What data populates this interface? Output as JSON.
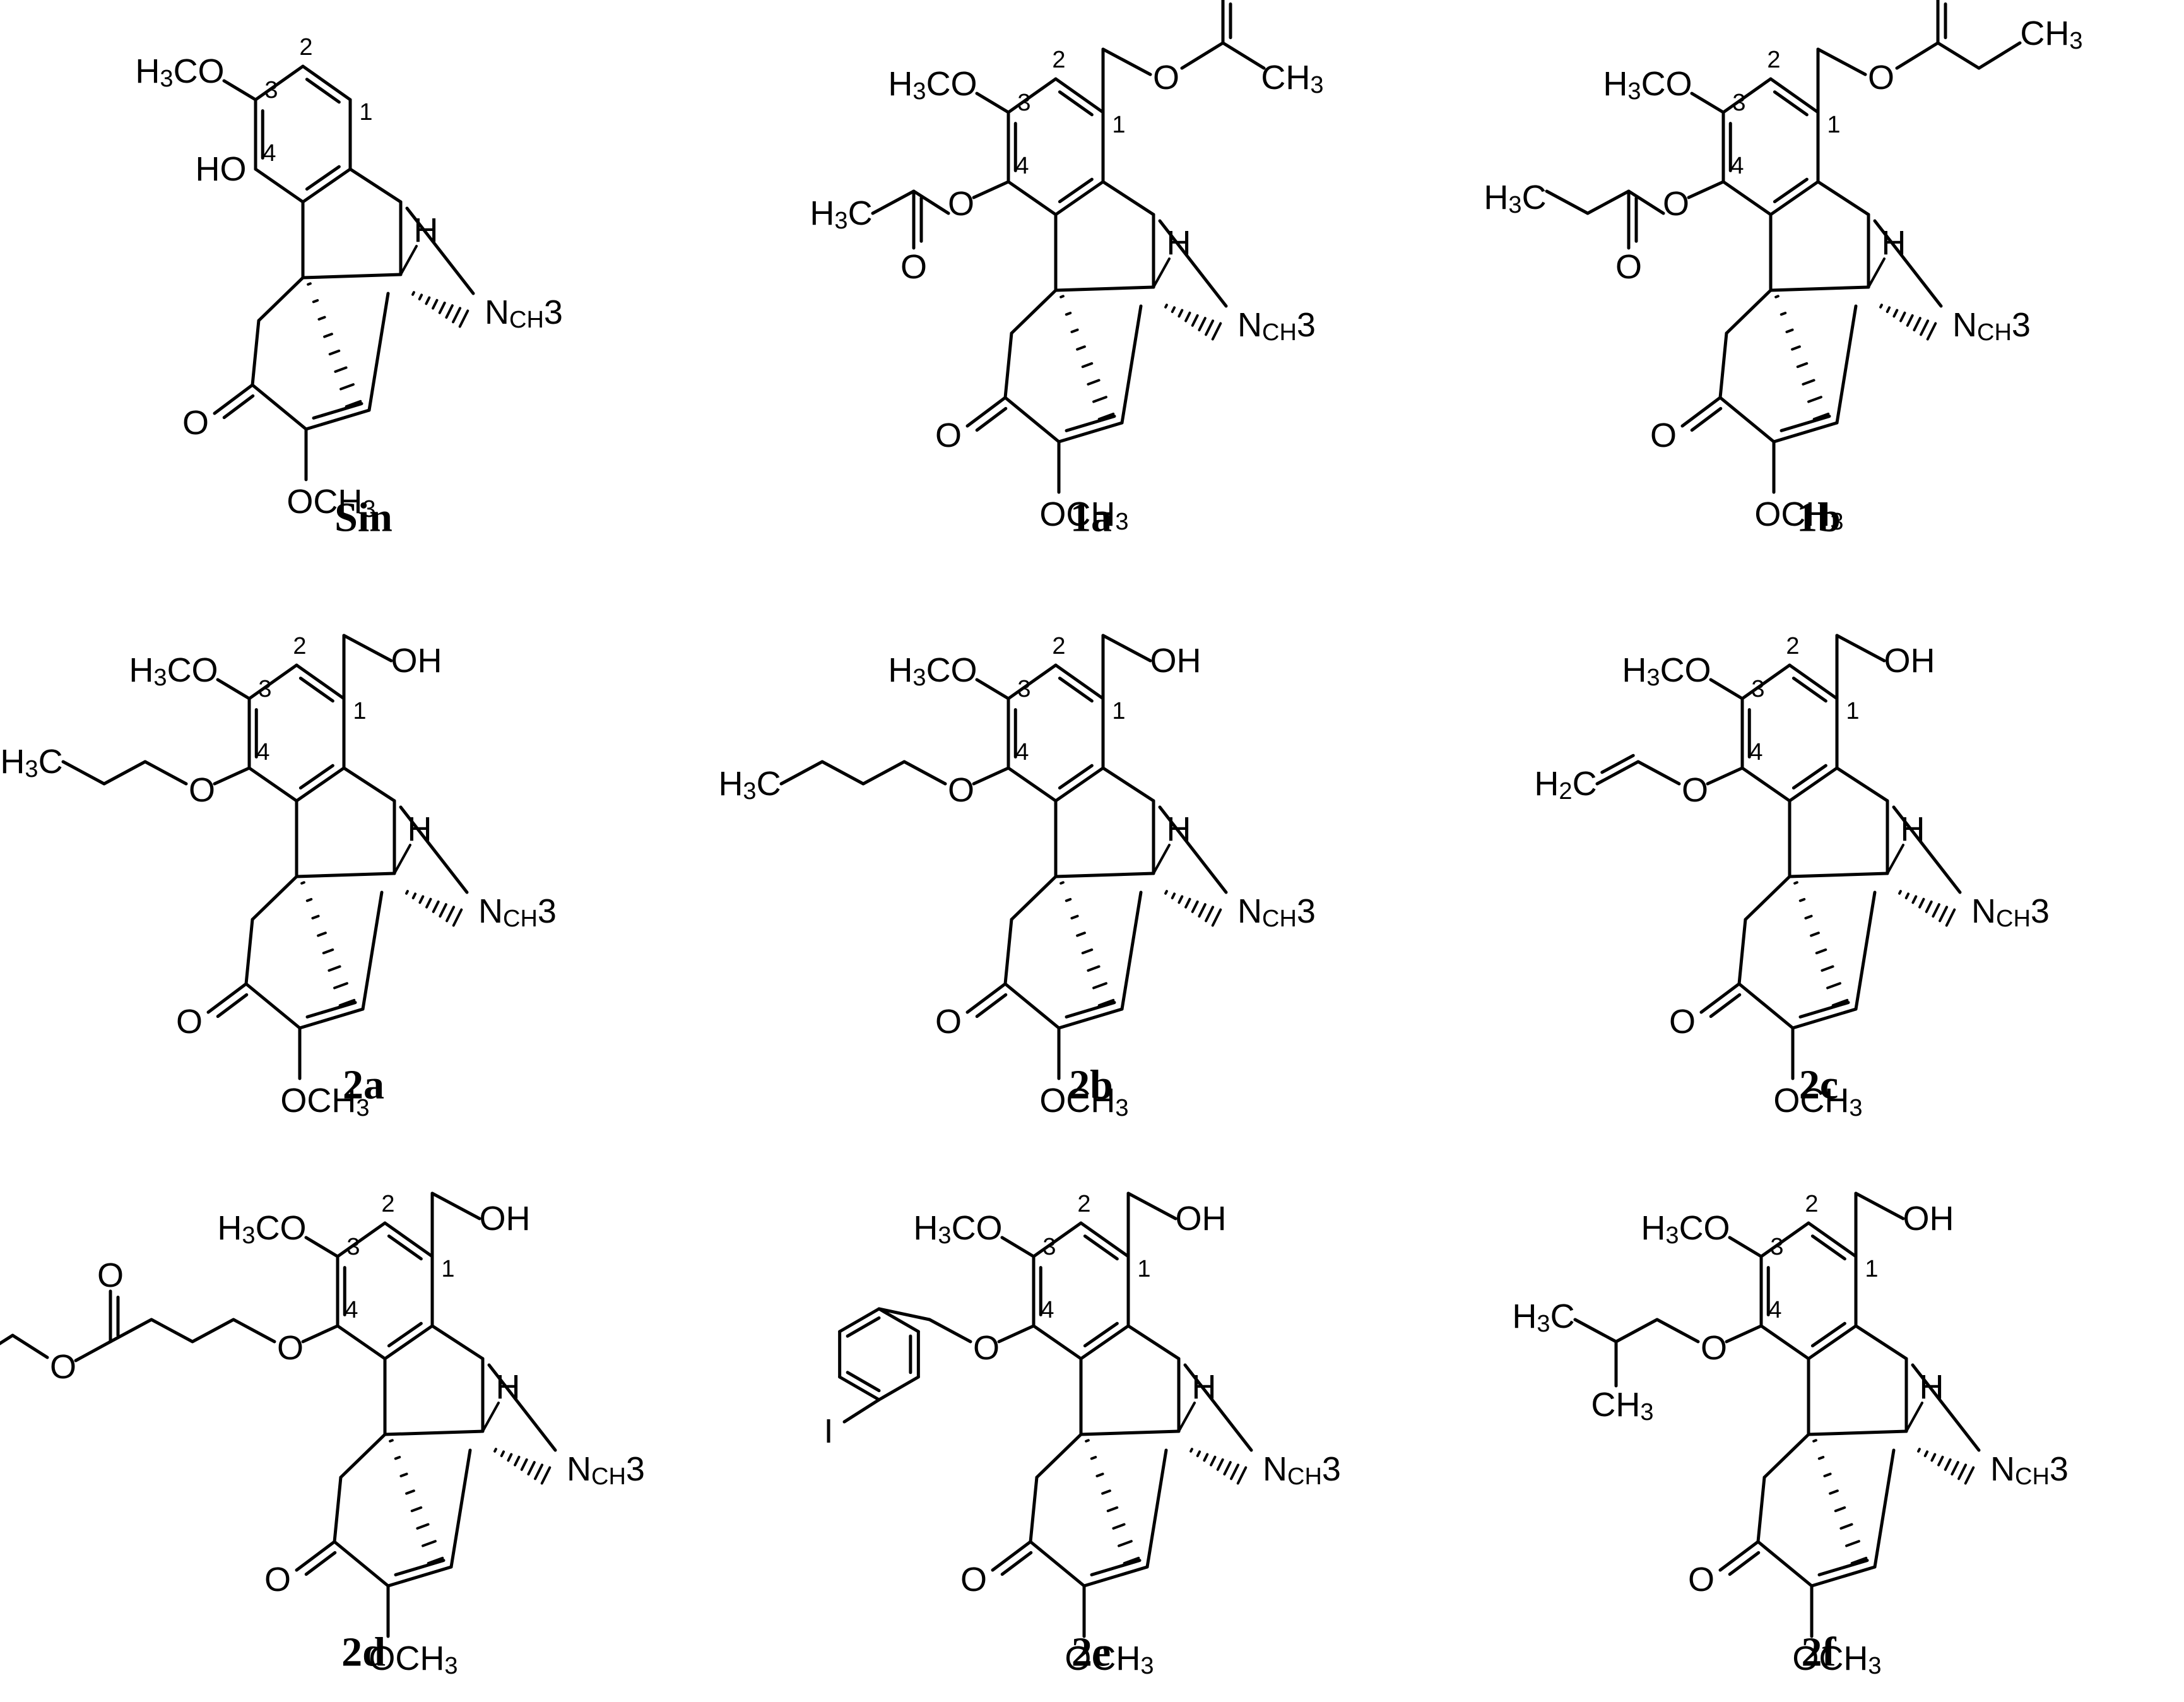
{
  "compounds": [
    {
      "id": "Sin",
      "c1_substituent": "",
      "c4_substituent": "HO",
      "c4_group_type": "hydroxy"
    },
    {
      "id": "1a",
      "c1_substituent": "acetoxymethyl",
      "c4_substituent": "acetate",
      "c4_group_type": "acetyl_ester"
    },
    {
      "id": "1b",
      "c1_substituent": "propanoyloxymethyl",
      "c4_substituent": "propanoate",
      "c4_group_type": "propanoyl_ester"
    },
    {
      "id": "2a",
      "c1_substituent": "hydroxymethyl",
      "c4_substituent": "propoxy",
      "c4_group_type": "propyl_ether"
    },
    {
      "id": "2b",
      "c1_substituent": "hydroxymethyl",
      "c4_substituent": "butoxy",
      "c4_group_type": "butyl_ether"
    },
    {
      "id": "2c",
      "c1_substituent": "hydroxymethyl",
      "c4_substituent": "vinyloxy",
      "c4_group_type": "vinyl_ether"
    },
    {
      "id": "2d",
      "c1_substituent": "hydroxymethyl",
      "c4_substituent": "4-ethoxy-4-oxobutoxy",
      "c4_group_type": "ethyl_butanoate_ether"
    },
    {
      "id": "2e",
      "c1_substituent": "hydroxymethyl",
      "c4_substituent": "4-iodobenzyloxy",
      "c4_group_type": "iodobenzyl_ether"
    },
    {
      "id": "2f",
      "c1_substituent": "hydroxymethyl",
      "c4_substituent": "isobutoxy",
      "c4_group_type": "isobutyl_ether"
    }
  ],
  "labels": {
    "H3CO": [
      "H",
      "3",
      "CO"
    ],
    "OCH3": [
      "OCH",
      "3"
    ],
    "N_CH3": [
      "N",
      "CH",
      "3"
    ],
    "H": "H",
    "O": "O",
    "OH": "OH",
    "HO": "HO",
    "CH3": [
      "CH",
      "3"
    ],
    "H3C": [
      "H",
      "3",
      "C"
    ],
    "H2C": [
      "H",
      "2",
      "C"
    ],
    "I": "I",
    "position_numbers": [
      "1",
      "2",
      "3",
      "4"
    ]
  }
}
